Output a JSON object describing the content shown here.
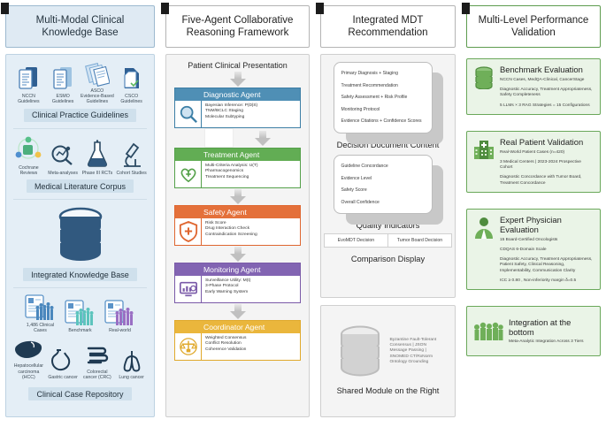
{
  "panels": {
    "a": {
      "title": "Multi-Modal Clinical Knowledge Base",
      "guidelines": {
        "label": "Clinical Practice Guidelines",
        "items": [
          {
            "icon": "document-icon",
            "caption": "NCCN Guidelines"
          },
          {
            "icon": "document-icon",
            "caption": "ESMO Guidelines"
          },
          {
            "icon": "documents-stack-icon",
            "caption": "ASCO Evidence-Based Guidelines"
          },
          {
            "icon": "document-folder-icon",
            "caption": "CSCO Guidelines"
          }
        ]
      },
      "literature": {
        "label": "Medical Literature Corpus",
        "items": [
          {
            "icon": "atom-network-icon",
            "caption": "Cochrane Reviews"
          },
          {
            "icon": "magnifier-chart-icon",
            "caption": "Meta-analyses"
          },
          {
            "icon": "flask-icon",
            "caption": "Phase III RCTs"
          },
          {
            "icon": "microscope-icon",
            "caption": "Cohort Studies"
          }
        ]
      },
      "integrated": {
        "label": "Integrated Knowledge Base",
        "icon": "database-cylinder-icon"
      },
      "cases": {
        "label": "Clinical Case Repository",
        "row1": [
          {
            "icon": "clipboard-people-icon",
            "caption": "1,486 Clinical Cases"
          },
          {
            "icon": "clipboard-people-icon",
            "caption": "Benchmark"
          },
          {
            "icon": "clipboard-people-icon",
            "caption": "Real-world"
          }
        ],
        "row2": [
          {
            "icon": "liver-icon",
            "caption": "Hepatocellular carcinoma (HCC)"
          },
          {
            "icon": "stomach-icon",
            "caption": "Gastric cancer"
          },
          {
            "icon": "intestine-icon",
            "caption": "Colorectal cancer (CRC)"
          },
          {
            "icon": "lungs-icon",
            "caption": "Lung cancer"
          }
        ]
      }
    },
    "b": {
      "title": "Five-Agent Collaborative Reasoning Framework",
      "flow_head": "Patient Clinical Presentation",
      "agents": [
        {
          "name": "Diagnostic Agent",
          "icon": "magnifier-search-icon",
          "color": "#4f8fb5",
          "lines": [
            "Bayesian Inference: P(D|S)",
            "TNM/BCLC Staging",
            "Molecular Subtyping"
          ]
        },
        {
          "name": "Treatment Agent",
          "icon": "heart-stethoscope-icon",
          "color": "#62ad54",
          "lines": [
            "Multi-Criteria Analysis: U(T)",
            "Pharmacogenomics",
            "Treatment Sequencing"
          ]
        },
        {
          "name": "Safety Agent",
          "icon": "shield-plus-icon",
          "color": "#e4703a",
          "lines": [
            "Risk Score",
            "Drug Interaction Check",
            "Contraindication Screening"
          ]
        },
        {
          "name": "Monitoring Agent",
          "icon": "monitor-chart-icon",
          "color": "#8264b2",
          "lines": [
            "Surveillance Utility: M(t)",
            "3-Phase Protocol",
            "Early Warning System"
          ]
        },
        {
          "name": "Coordinator Agent",
          "icon": "balance-scale-icon",
          "color": "#eab63c",
          "lines": [
            "Weighted Consensus",
            "Conflict Resolution",
            "Coherence Validation"
          ]
        }
      ]
    },
    "c": {
      "title": "Integrated MDT Recommendation",
      "document": {
        "caption": "Decision Document Content",
        "lines": [
          "Primary Diagnosis + Staging",
          "Treatment Recommendation",
          "Safety Assessment + Risk Profile",
          "Monitoring Protocol",
          "Evidence Citations + Confidence Scores"
        ]
      },
      "quality": {
        "caption": "Quality Indicators",
        "lines": [
          "Guideline Concordance",
          "Evidence Level",
          "Safety Score",
          "Overall Confidence"
        ]
      },
      "comparison": {
        "caption": "Comparison Display",
        "cells": [
          "EvoMDT Decision",
          "Tumor Board Decision"
        ]
      },
      "shared": {
        "caption": "Shared Module on the Right",
        "icon": "database-cylinder-icon",
        "text": "Byzantine Fault-Tolerant Consensus | JSON Message Passing | SNOMED CT/RxNorm Ontology Grounding"
      }
    },
    "d": {
      "title": "Multi-Level Performance Validation",
      "cards": [
        {
          "heading": "Benchmark Evaluation",
          "icon": "database-cylinder-icon",
          "lines": [
            "NCCN Cases, MedQA-Clinical, CancerStage",
            "Diagnostic Accuracy, Treatment Appropriateness, Safety Completeness",
            "5 LLMs × 3 RAG Strategies = 15 Configurations"
          ]
        },
        {
          "heading": "Real Patient Validation",
          "icon": "hospital-icon",
          "lines": [
            "Real-World Patient Cases (n=420)",
            "3 Medical Centers | 2023-2024 Prospective Cohort",
            "Diagnostic Concordance with Tumor Board, Treatment Concordance"
          ]
        },
        {
          "heading": "Expert Physician Evaluation",
          "icon": "physician-icon",
          "lines": [
            "15 Board-Certified Oncologists",
            "CDQAS 6-Domain Scale",
            "Diagnostic Accuracy, Treatment Appropriateness, Patient Safety, Clinical Reasoning, Implementability, Communication Clarity",
            "ICC ≥ 0.80 , Non-inferiority margin δ=0.5"
          ]
        },
        {
          "heading": "Integration at the bottom",
          "icon": "group-people-icon",
          "lines": [
            "Meta-Analytic Integration Across 3 Tiers"
          ]
        }
      ]
    }
  },
  "colors": {
    "kb_panel": "#e4eef6",
    "agent_diagnostic": "#4f8fb5",
    "agent_treatment": "#62ad54",
    "agent_safety": "#e4703a",
    "agent_monitoring": "#8264b2",
    "agent_coordinator": "#eab63c",
    "validation_green": "#6aa85a"
  }
}
